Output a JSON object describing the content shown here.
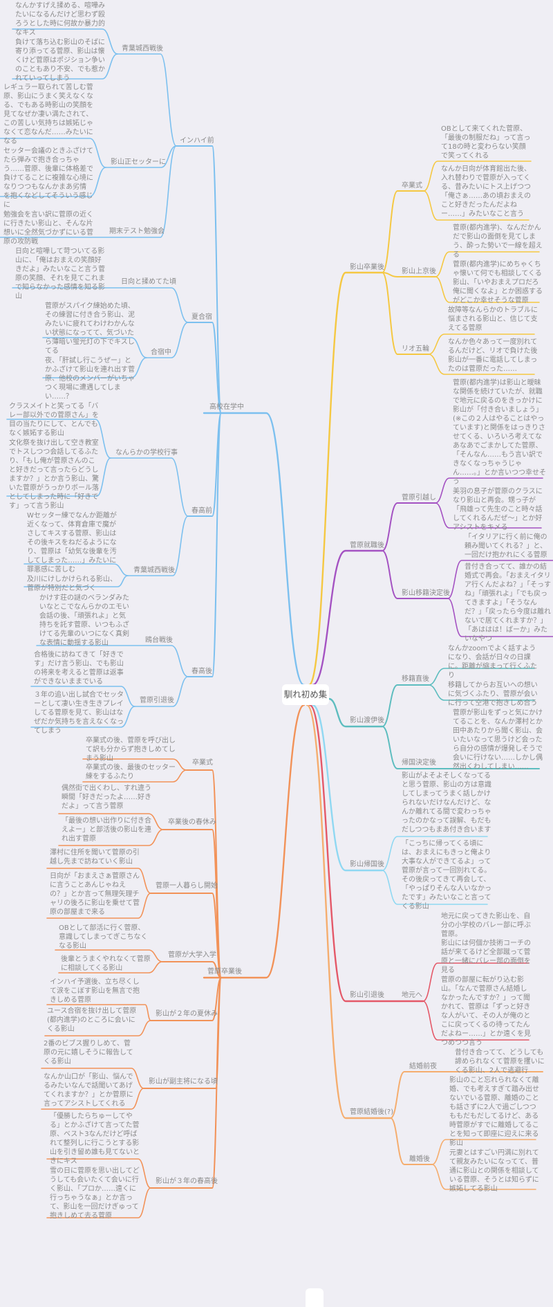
{
  "root": "馴れ初め集",
  "colors": {
    "blue": "#7cc0ef",
    "orange": "#f29258",
    "yellow": "#f5c842",
    "purple": "#a452c2",
    "teal": "#5dbdbf",
    "cyan": "#8fd8f2",
    "red": "#e45868",
    "lightorange": "#f5ad6e"
  },
  "hs": {
    "label": "高校在学中",
    "c": [
      {
        "label": "インハイ前",
        "c": [
          {
            "label": "青葉城西戦後",
            "l": [
              "なんかすげえ揉める、喧嘩みたいになるんだけど思わず殴ろうとした時に何故か暴力的なキス",
              "負けて落ち込む影山のそばに寄り添ってる菅原、影山は懐くけど菅原はポジション争いのこともあり不安、でも惹かれていってしまう"
            ]
          },
          {
            "label": "影山正セッターに",
            "l": [
              "レギュラー取られて苦しむ菅原、影山にうまく笑えなくなる、でもある時影山の笑顔を見てなぜか凄い満たされて、この苦しい気持ちは嫉妬じゃなくて恋なんだ……みたいになる",
              "セッター会議のときふざけてたら弾みで抱き合っちゃう……菅原、後輩に体格差で負けてることに複雑な心境になりつつもなんかまあ劣情を抱くなどしてそういう感じに"
            ]
          },
          {
            "label": "期末テスト勉強会",
            "l": [
              "勉強会を言い訳に菅原の近くに行きたい影山と、そんな片想いに全然気づかずにいる菅原の攻防戦"
            ]
          }
        ]
      },
      {
        "label": "夏合宿",
        "c": [
          {
            "label": "日向と揉めてた頃",
            "l": [
              "日向と喧嘩して苛ついてる影山に、「俺はおまえの笑顔好きだよ」みたいなこと言う菅原の笑顔、それを見てこれまで知らなかった感情を知る影山"
            ]
          },
          {
            "label": "合宿中",
            "l": [
              "菅原がスパイク練始めた頃、その練習に付き合う影山、泥みたいに疲れてわけわかんない状態になってて、気づいたら薄暗い蛍光灯の下でキスしてる",
              "夜、「肝試し行こうぜー」とかふざけて影山を連れ出す菅原、他校のメンバーがいちゃつく現場に遭遇してしまい……？"
            ]
          }
        ]
      },
      {
        "label": "春高前",
        "c": [
          {
            "label": "なんらかの学校行事",
            "l": [
              "クラスメイトと笑ってる「バレー部以外での菅原さん」を目の当たりにして、とんでもなく嫉妬する影山",
              "文化祭を抜け出して空き教室でトスしつつ会話してるふたり、「もし俺が菅原さんのこと好きだって言ったらどうしますか？」とか言う影山、驚いた菅原がうっかりボール落としてしまった時に「好きです」って言う影山"
            ]
          },
          {
            "label": "青葉城西戦後",
            "l": [
              "Wセッター練でなんか距離が近くなって、体育倉庫で魔がさしてキスする菅原、影山はその後キスをねだるようになり、菅原は「幼気な後輩を汚してしまった……」みたいに罪悪感に苦しむ",
              "及川にけしかけられる影山、菅原が特別だと気づく"
            ]
          }
        ]
      },
      {
        "label": "春高後",
        "c": [
          {
            "label": "鴎台戦後",
            "l": [
              "かけす荘の謎のベランダみたいなとこでなんらかのエモい会話の後、「頑張れよ」と気持ちを託す菅原、いつもふざけてる先輩のいつになく真剣な表情に動揺する影山"
            ]
          },
          {
            "label": "菅原引退後",
            "l": [
              "合格後に訪ねてきて「好きです」だけ言う影山、でも影山の将来を考えると菅原は返事ができないままでいる",
              "３年の追い出し試合でセッターとして凄い生き生きプレイしてる菅原を見て、影山はなぜだか気持ちを言えなくなってしまう"
            ]
          }
        ]
      }
    ]
  },
  "sg": {
    "label": "菅原卒業後",
    "c": [
      {
        "label": "卒業式",
        "l": [
          "卒業式の後、菅原を呼び出して訳も分からず抱きしめてしまう影山",
          "卒業式の後、最後のセッター練をするふたり"
        ]
      },
      {
        "label": "卒業後の春休み",
        "l": [
          "偶然街で出くわし、すれ違う瞬間「好きだったよ……好きだよ」って言う菅原",
          "「最後の想い出作りに付き合えよー」と部活後の影山を連れ出す菅原"
        ]
      },
      {
        "label": "菅原一人暮らし開始",
        "l": [
          "澤村に住所を聞いて菅原の引越し先まで訪ねていく影山",
          "日向が「おまえさぁ菅原さんに言うことあんじゃねえの？」とか言って無理矢理チャリの後ろに影山を乗せて菅原の部屋まで来る"
        ]
      },
      {
        "label": "菅原が大学入学",
        "l": [
          "OBとして部活に行く菅原、意識してしまってぎこちなくなる影山",
          "後輩とうまくやれなくて菅原に相談してくる影山"
        ]
      },
      {
        "label": "影山が２年の夏休み",
        "l": [
          "インハイ予選後、立ち尽くして涙をこぼす影山を無言で抱きしめる菅原",
          "ユース合宿を抜け出して菅原(都内進学)のところに会いにくる影山"
        ]
      },
      {
        "label": "影山が副主将になる頃",
        "l": [
          "2番のビブス握りしめて、菅原の元に嬉しそうに報告してくる影山",
          "なんか山口が「影山、悩んでるみたいなんで話聞いてあげてくれますか？」とか菅原に言ってアシストしてくれる"
        ]
      },
      {
        "label": "影山が３年の春高後",
        "l": [
          "「優勝したらちゅーしてやる」とかふざけて言ってた菅原、ベスト3なんだけど呼ばれて整列しに行こうとする影山を引き留め誰も見てないときにキス",
          "雪の日に菅原を思い出してどうしても会いたくて会いに行く影山、「プロか……遠くに行っちゃうなぁ」とか言って、影山を一回だけぎゅって抱きしめて去る菅原"
        ]
      }
    ]
  },
  "kg": {
    "label": "影山卒業後",
    "c": [
      {
        "label": "卒業式",
        "l": [
          "OBとして来てくれた菅原、「最後の制服だね」って言って18の時と変わらない笑顔で笑ってくれる",
          "なんか日向が体育館出た後、入れ替わりで菅原が入ってくる、昔みたいにトス上げつつ「俺さぁ……あの頃おまえのこと好きだったんだよねー……」みたいなこと言う"
        ]
      },
      {
        "label": "影山上京後",
        "l": [
          "菅原(都内進学)、なんだかんだで影山の面倒を見てしまう、酔った勢いで一線を超える",
          "菅原(都内進学)にめちゃくちゃ懐いて何でも相談してくる影山、「いやおまえプロだろ俺に聞くなよ」とか困惑するがどこか幸せそうな菅原"
        ]
      },
      {
        "label": "リオ五輪",
        "l": [
          "故障等なんらかのトラブルに悩まされる影山と、信じて支えてる菅原",
          "なんか色々あって一度別れてるんだけど、リオで負けた後影山が一番に電話してしまったのは菅原だった……"
        ]
      }
    ]
  },
  "sj": {
    "label": "菅原就職後",
    "c": [
      {
        "label": "菅原引越し",
        "l": [
          "菅原(都内進学)は影山と曖昧な関係を続けていたが、就職で地元に戻るのをきっかけに影山が「付き合いましょう」(※この２人はやることはやっています)と関係をはっきりさせてくる、いろいろ考えてなあなあでごまかしてた菅原、「そんなん……もう言い訳できなくなっちゃうじゃん……。」とか言いつつ幸せそう",
          "美羽の息子が菅原のクラスになり影山と再会。甥っ子が「飛雄って先生のこと時々話してくれるんだぜ〜」とか好アシストをキメる"
        ]
      },
      {
        "label": "影山移籍決定後",
        "l": [
          "「イタリアに行く前に俺の頼み聞いてくれる？」と、一回だけ抱かれにくる菅原",
          "昔付き合ってて、誰かの結婚式で再会。「おまえイタリア行くんだよね？」「そっすね」「頑張れよ」「でも戻ってきますよ」「そうなんだ？」「戻ったら今度は離れないで居てくれますか？」「あははは！ばーか」みたいなやつ"
        ]
      }
    ]
  },
  "ki": {
    "label": "影山渡伊後",
    "c": [
      {
        "label": "移籍直後",
        "l": [
          "なんかzoomでよく話すようになり、会話が日々の日課に。距離が縮まって行くふたり",
          "移籍してからお互いへの想いに気づくふたり、菅原が会いに行って空港で抱きしめ合う"
        ]
      },
      {
        "label": "帰国決定後",
        "l": [
          "菅原が影山をずっと気にかけてることを、なんか澤村とか田中あたりから聞く影山、会いたいなって思うけど会ったら自分の感情が爆発しそうで会いに行けない……しかし偶然出くわしてしまい……"
        ]
      }
    ]
  },
  "kk": {
    "label": "影山帰国後",
    "l": [
      "影山がよそよそしくなってると思う菅原、影山の方は意識してしまってうまく話しかけられないだけなんだけど、なんか離れてる間で変わっちゃったのかなって誤解、もだもだしつつもまあ付き合います",
      "「こっちに帰ってくる頃には、おまえにもきっと俺より大事な人ができてるよ」って菅原が言って一回別れてる。その後戻ってきて再会して、「やっぱりそんな人いなかったです」みたいなこと言ってくる影山"
    ]
  },
  "ka": {
    "label": "影山引退後",
    "c": [
      {
        "label": "地元へ",
        "l": [
          "地元に戻ってきた影山を、自分の小学校のバレー部に呼ぶ菅原。\n影山には何個か技術コーチの話が来てるけど全部蹴って菅原と一緒にバレー部の面倒を見る",
          "菅原の部屋に転がり込む影山。「なんで菅原さん結婚しなかったんですか？」って聞かれて、菅原は「ずっと好きな人がいて、その人が俺のとこに戻ってくるの待ってたんだよねー……」とか遠くを見つめつつ言う"
        ]
      }
    ]
  },
  "sk": {
    "label": "菅原結婚後(?)",
    "c": [
      {
        "label": "結婚前夜",
        "l": [
          "昔付き合ってて、どうしても諦められなくて菅原を攫いにくる影山、2人で逃避行"
        ]
      },
      {
        "label": "離婚後",
        "l": [
          "影山のこと忘れられなくて離婚、でも考えすぎて踏み出せないでいる菅原、離婚のことも話さずに2人で過ごしつつももだもだしてるけど、ある時菅原がすでに離婚してることを知って即座に迎えに来る影山",
          "元妻とはすごい円満に別れてて親友みたいになってて、普通に影山との関係を相談している菅原、そうとは知らずに嫉妬してる影山"
        ]
      }
    ]
  }
}
